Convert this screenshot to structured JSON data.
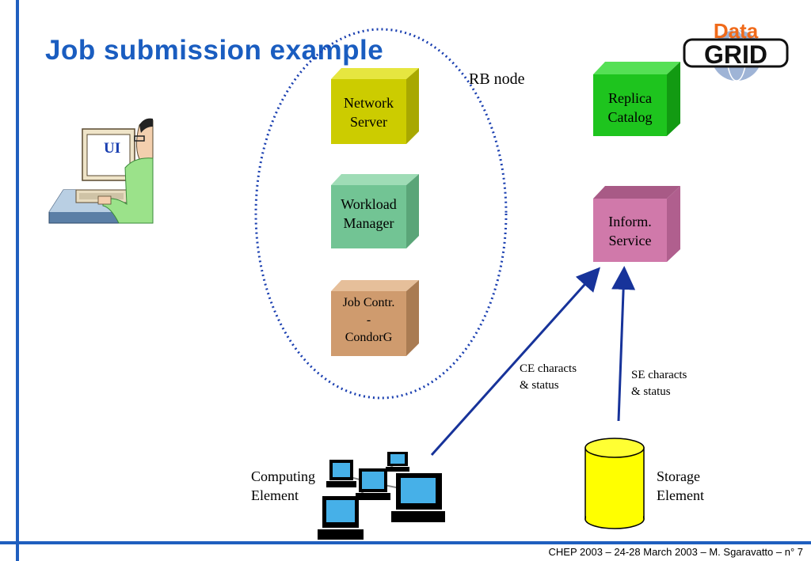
{
  "slide": {
    "title": "Job submission example",
    "footer": "CHEP 2003 – 24-28 March 2003 – M. Sgaravatto –  n° 7"
  },
  "logo": {
    "top_text": "Data",
    "bottom_text": "GRID",
    "icon": "globe-icon"
  },
  "ui": {
    "label": "UI",
    "icon": "user-at-computer-icon"
  },
  "rb_node": {
    "label": "RB node",
    "components": [
      {
        "line1": "Network",
        "line2": "Server",
        "line3": "",
        "color": "#d4d400"
      },
      {
        "line1": "Workload",
        "line2": "Manager",
        "line3": "",
        "color": "#7fcf9f"
      },
      {
        "line1": "Job Contr.",
        "line2": "-",
        "line3": "CondorG",
        "color": "#d9a679"
      }
    ]
  },
  "replica_catalog": {
    "line1": "Replica",
    "line2": "Catalog",
    "color": "#22cc22"
  },
  "info_service": {
    "line1": "Inform.",
    "line2": "Service",
    "color": "#d97fb0"
  },
  "ce_arrow": {
    "line1": "CE characts",
    "line2": "& status"
  },
  "se_arrow": {
    "line1": "SE characts",
    "line2": "& status"
  },
  "computing_element": {
    "line1": "Computing",
    "line2": "Element",
    "icon": "computer-cluster-icon"
  },
  "storage_element": {
    "line1": "Storage",
    "line2": "Element",
    "icon": "storage-cylinder-icon",
    "color": "#ffff00"
  }
}
